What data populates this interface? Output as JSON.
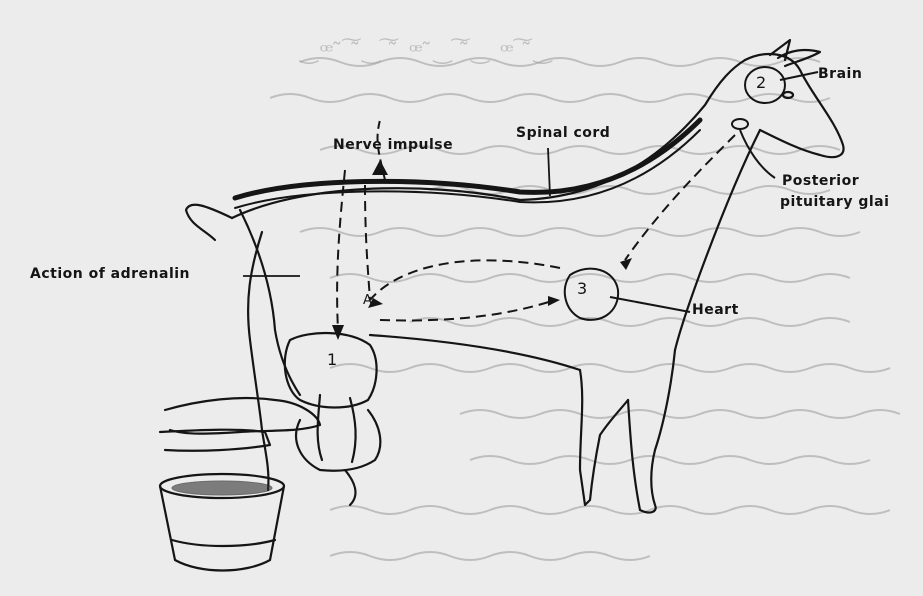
{
  "labels": {
    "brain": "Brain",
    "spinal_cord": "Spinal cord",
    "nerve_impulse": "Nerve impulse",
    "posterior_line1": "Posterior",
    "posterior_line2": "pituitary glai",
    "action_adrenalin": "Action of adrenalin",
    "heart": "Heart"
  },
  "numbers": {
    "udder": "1",
    "brain": "2",
    "heart": "3",
    "adrenalin_site": "A"
  },
  "colors": {
    "background": "#ececec",
    "ink": "#151515",
    "bleed_text": "#8a8a8a"
  }
}
